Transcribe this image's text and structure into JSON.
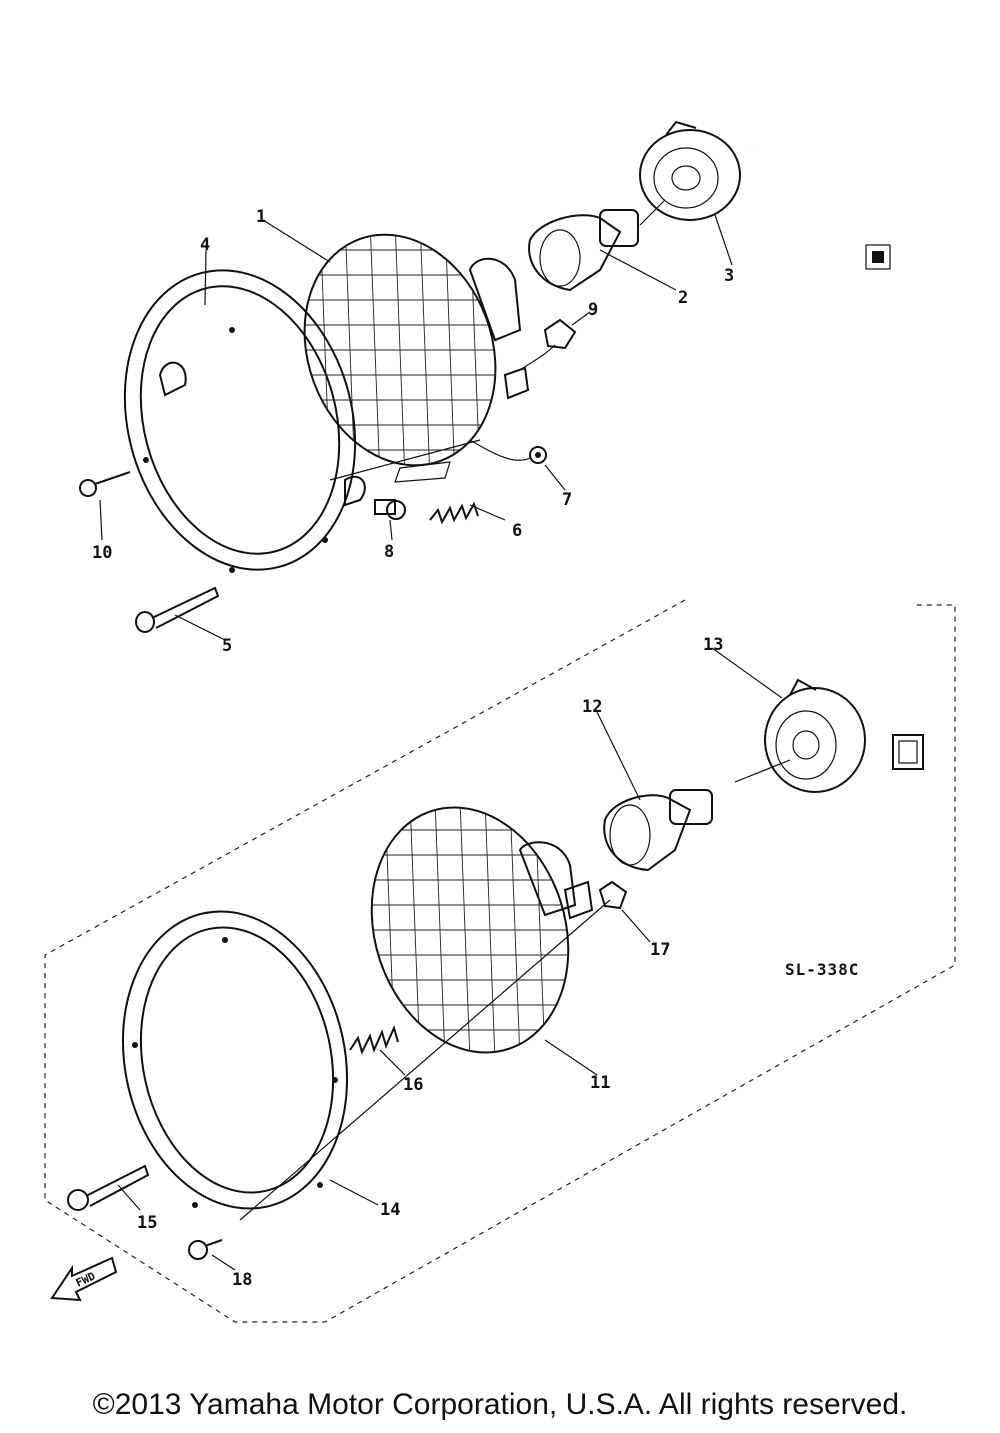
{
  "diagram": {
    "callouts": {
      "c1": "1",
      "c2": "2",
      "c3": "3",
      "c4": "4",
      "c5": "5",
      "c6": "6",
      "c7": "7",
      "c8": "8",
      "c9": "9",
      "c10": "10",
      "c11": "11",
      "c12": "12",
      "c13": "13",
      "c14": "14",
      "c15": "15",
      "c16": "16",
      "c17": "17",
      "c18": "18"
    },
    "drawing_code": "SL-338C",
    "direction_arrow": "FWD"
  },
  "copyright": "©2013 Yamaha Motor Corporation, U.S.A. All rights reserved."
}
